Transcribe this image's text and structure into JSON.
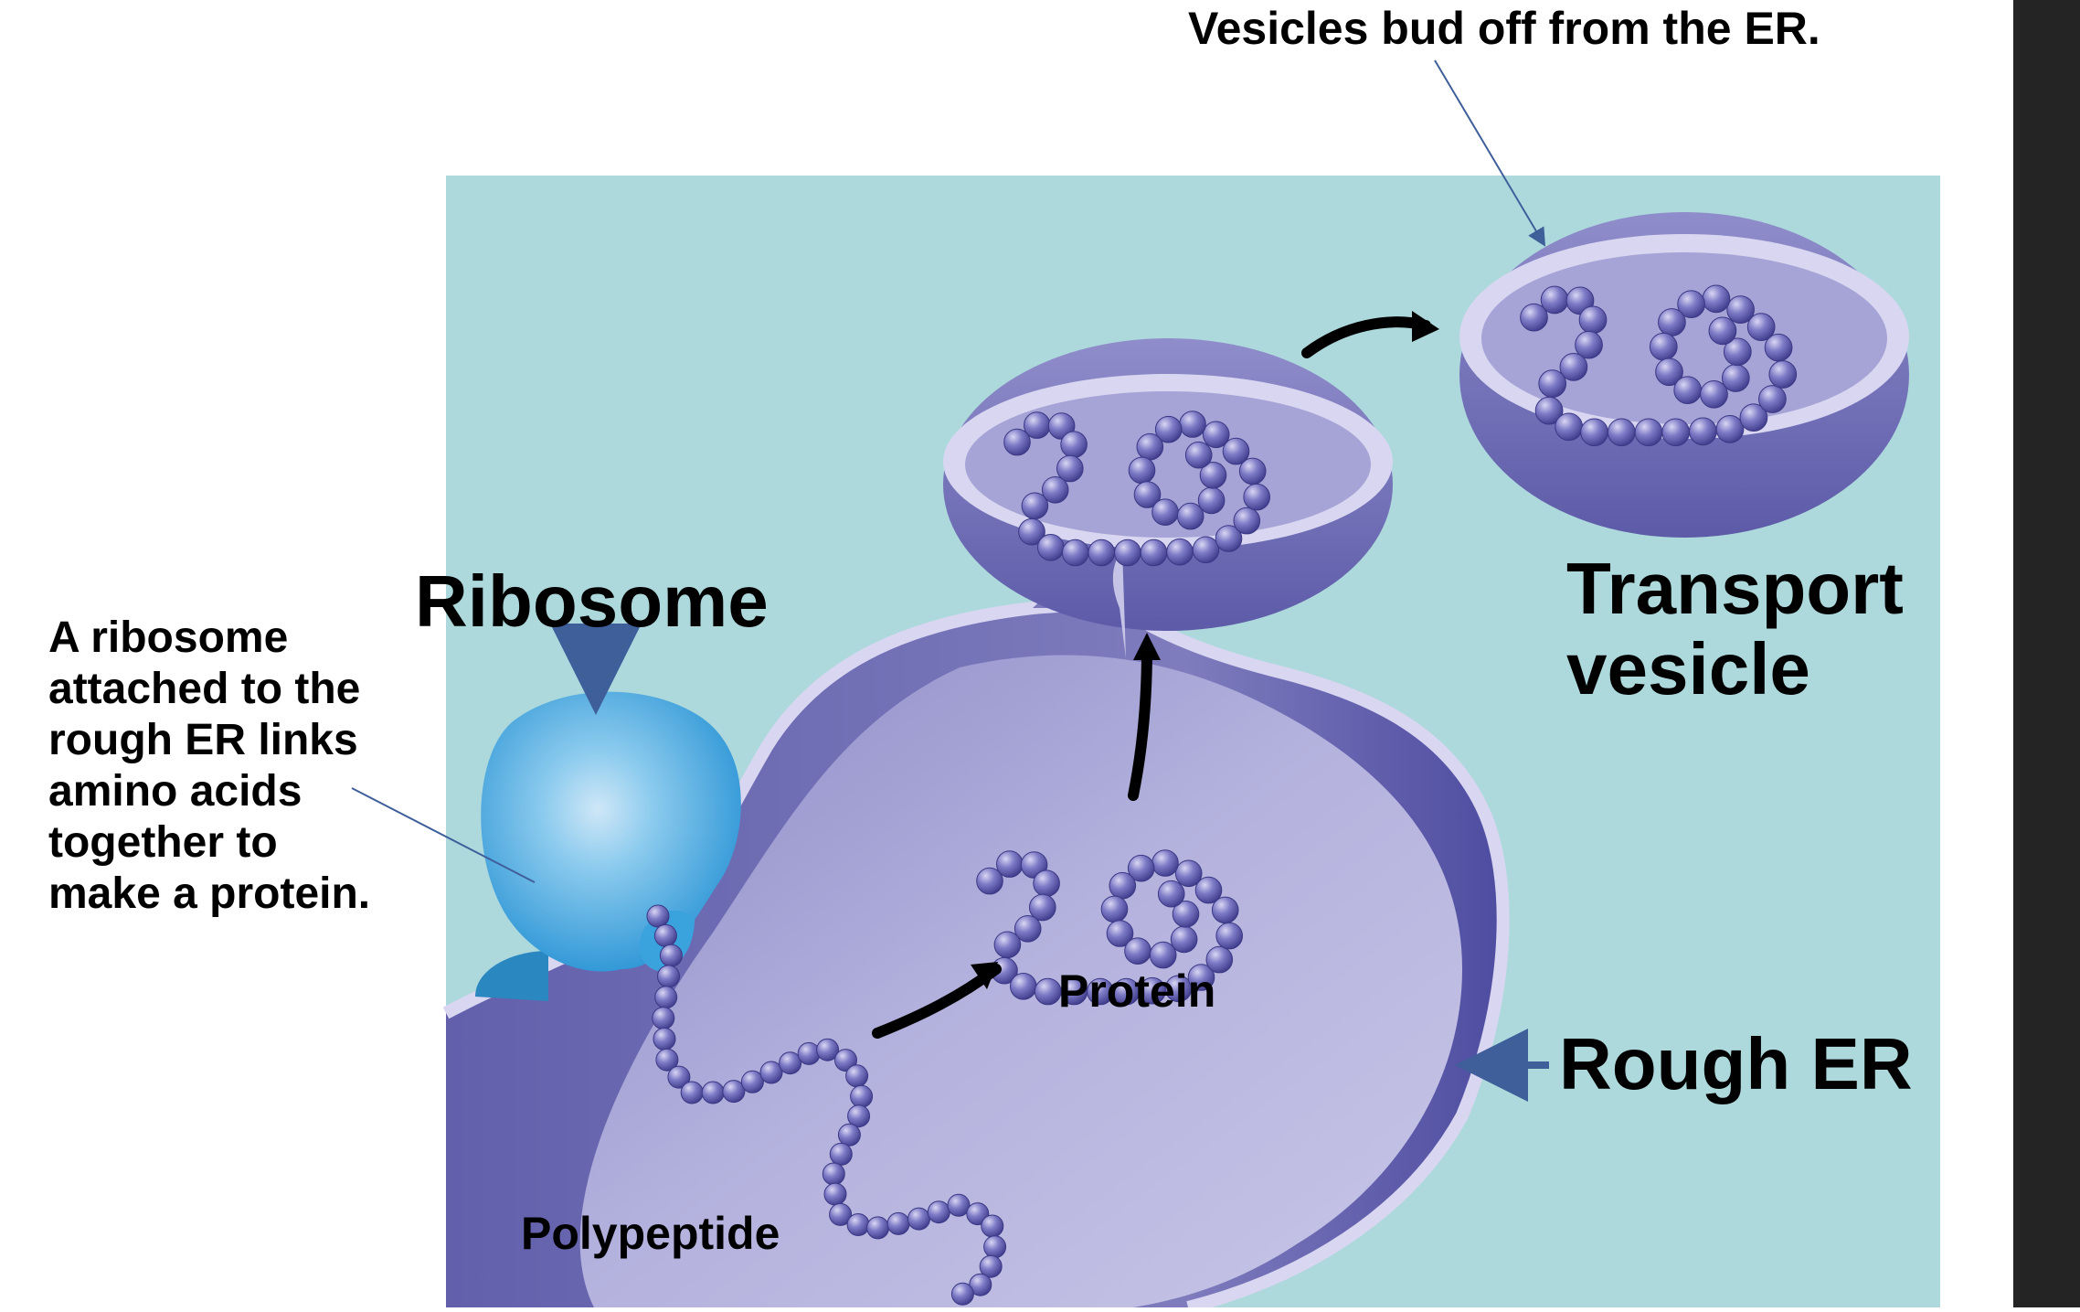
{
  "labels": {
    "vesicles_bud": "Vesicles bud off from the ER.",
    "ribosome": "Ribosome",
    "transport_vesicle": "Transport vesicle",
    "ribosome_desc": "A ribosome attached to the rough ER links amino acids together to make a protein.",
    "protein": "Protein",
    "rough_er": "Rough ER",
    "polypeptide": "Polypeptide"
  },
  "colors": {
    "background_panel": "#add9dc",
    "er_membrane": "#7472b5",
    "er_lumen": "#bebce0",
    "ribosome": "#3aa3de",
    "bead": "#6663b3",
    "pointer_blue": "#3f5f9b",
    "arrow_black": "#000000"
  },
  "icons": {
    "ribosome": "ribosome-blob",
    "polypeptide": "bead-chain",
    "protein": "folded-bead-chain"
  }
}
